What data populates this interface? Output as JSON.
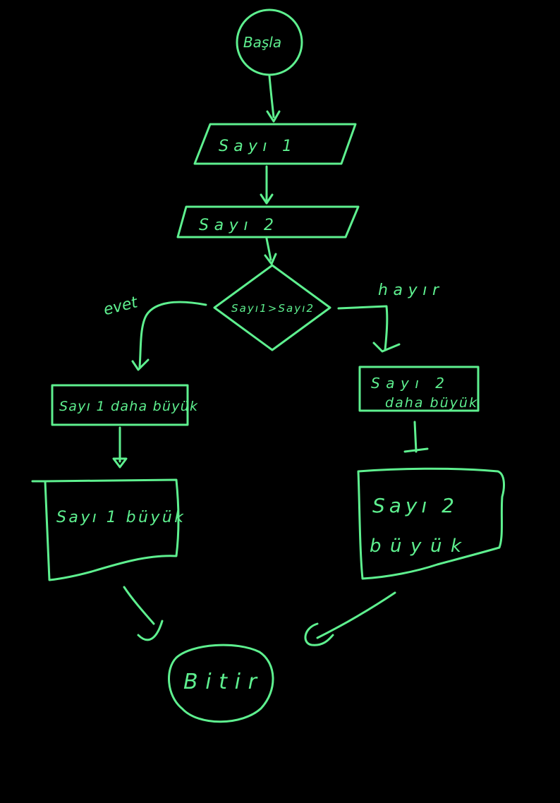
{
  "diagram": {
    "start": "Başla",
    "input1": "Sayı 1",
    "input2": "Sayı 2",
    "decision": "Sayı1>Sayı2",
    "branch_yes": "evet",
    "branch_no": "hayır",
    "process_yes": "Sayı 1 daha büyük",
    "process_no_line1": "Sayı 2",
    "process_no_line2": "daha büyük",
    "output_yes": "Sayı 1 büyük",
    "output_no_line1": "Sayı 2",
    "output_no_line2": "büyük",
    "end": "Bitir",
    "stroke_color": "#5ef08f",
    "background_color": "#000000"
  }
}
